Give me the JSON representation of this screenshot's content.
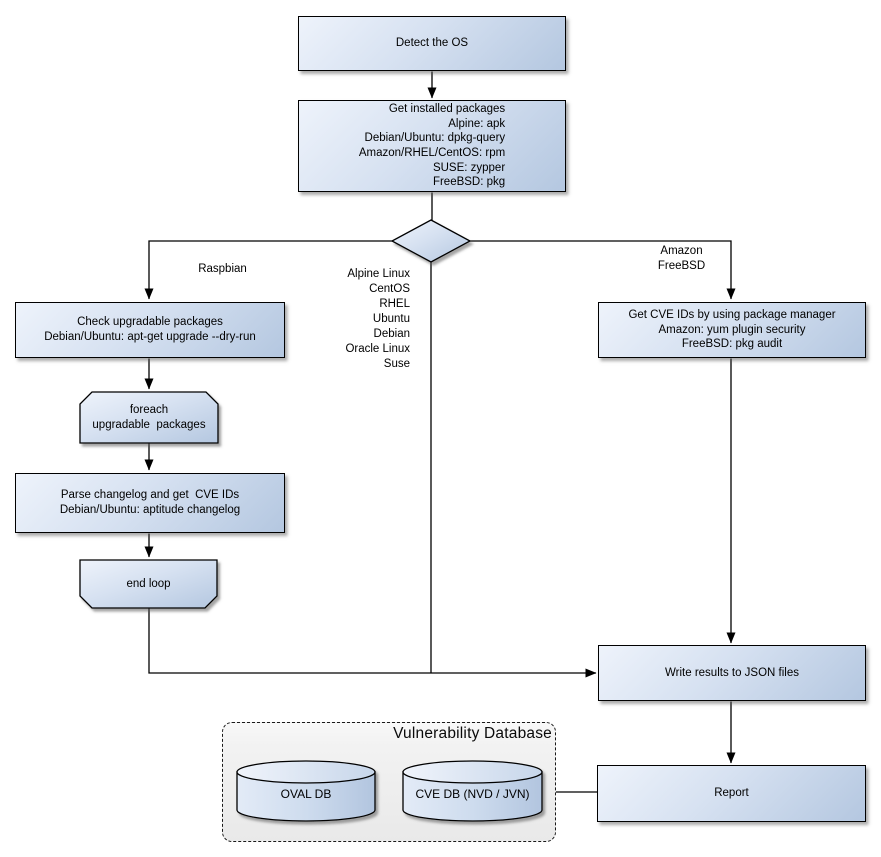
{
  "diagram": {
    "nodes": {
      "detect_os": {
        "label": "Detect the OS"
      },
      "get_installed_packages": {
        "lines": [
          "Get installed packages",
          "Alpine: apk",
          "Debian/Ubuntu: dpkg-query",
          "Amazon/RHEL/CentOS: rpm",
          "SUSE: zypper",
          "FreeBSD: pkg"
        ]
      },
      "check_upgradable": {
        "lines": [
          "Check upgradable packages",
          "Debian/Ubuntu: apt-get upgrade --dry-run"
        ]
      },
      "foreach_loop": {
        "lines": [
          "foreach",
          "upgradable  packages"
        ]
      },
      "parse_changelog": {
        "lines": [
          "Parse changelog and get  CVE IDs",
          "Debian/Ubuntu: aptitude changelog"
        ]
      },
      "end_loop": {
        "label": "end loop"
      },
      "get_cve_ids": {
        "lines": [
          "Get CVE IDs by using package manager",
          "Amazon: yum plugin security",
          "FreeBSD: pkg audit"
        ]
      },
      "write_results": {
        "label": "Write results to JSON files"
      },
      "report": {
        "label": "Report"
      }
    },
    "branch_labels": {
      "raspbian": "Raspbian",
      "amazon": "Amazon",
      "freebsd": "FreeBSD",
      "os_list": [
        "Alpine Linux",
        "CentOS",
        "RHEL",
        "Ubuntu",
        "Debian",
        "Oracle Linux",
        "Suse"
      ]
    },
    "database": {
      "title": "Vulnerability Database",
      "cylinders": [
        "OVAL DB",
        "CVE DB (NVD / JVN)"
      ]
    },
    "colors": {
      "node_fill_light": "#eef3fb",
      "node_fill_dark": "#b4c7e0",
      "node_border": "#000000",
      "connector": "#000000",
      "db_container_fill": "#eeeeee"
    }
  }
}
